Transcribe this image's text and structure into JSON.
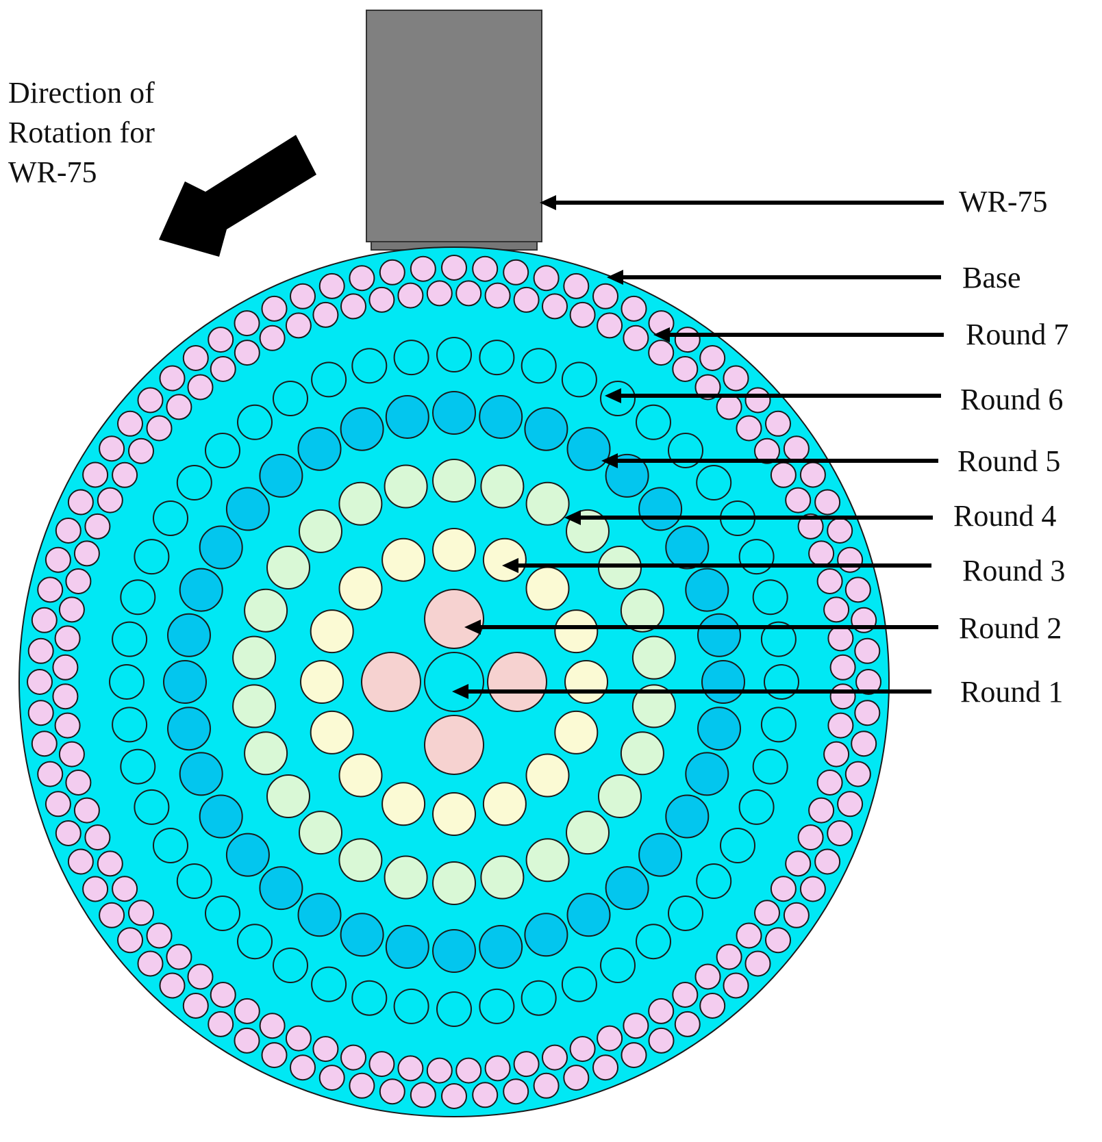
{
  "direction_label": [
    "Direction of",
    "Rotation for",
    "WR-75"
  ],
  "colors": {
    "background": "#ffffff",
    "base": "#00e8f4",
    "outline": "#1a1a1a",
    "wr75_block": "#808080",
    "arrow": "#000000",
    "round1": "#00e8f4",
    "round2": "#f6d2d0",
    "round3": "#fbfad4",
    "round4": "#d9f8d6",
    "round5": "#03c6ee",
    "round6": "#00e8f4",
    "round7": "#f3ccef"
  },
  "labels": [
    {
      "key": "wr75",
      "text": "WR-75"
    },
    {
      "key": "base",
      "text": "Base"
    },
    {
      "key": "round7",
      "text": "Round 7"
    },
    {
      "key": "round6",
      "text": "Round 6"
    },
    {
      "key": "round5",
      "text": "Round 5"
    },
    {
      "key": "round4",
      "text": "Round 4"
    },
    {
      "key": "round3",
      "text": "Round 3"
    },
    {
      "key": "round2",
      "text": "Round 2"
    },
    {
      "key": "round1",
      "text": "Round 1"
    }
  ]
}
